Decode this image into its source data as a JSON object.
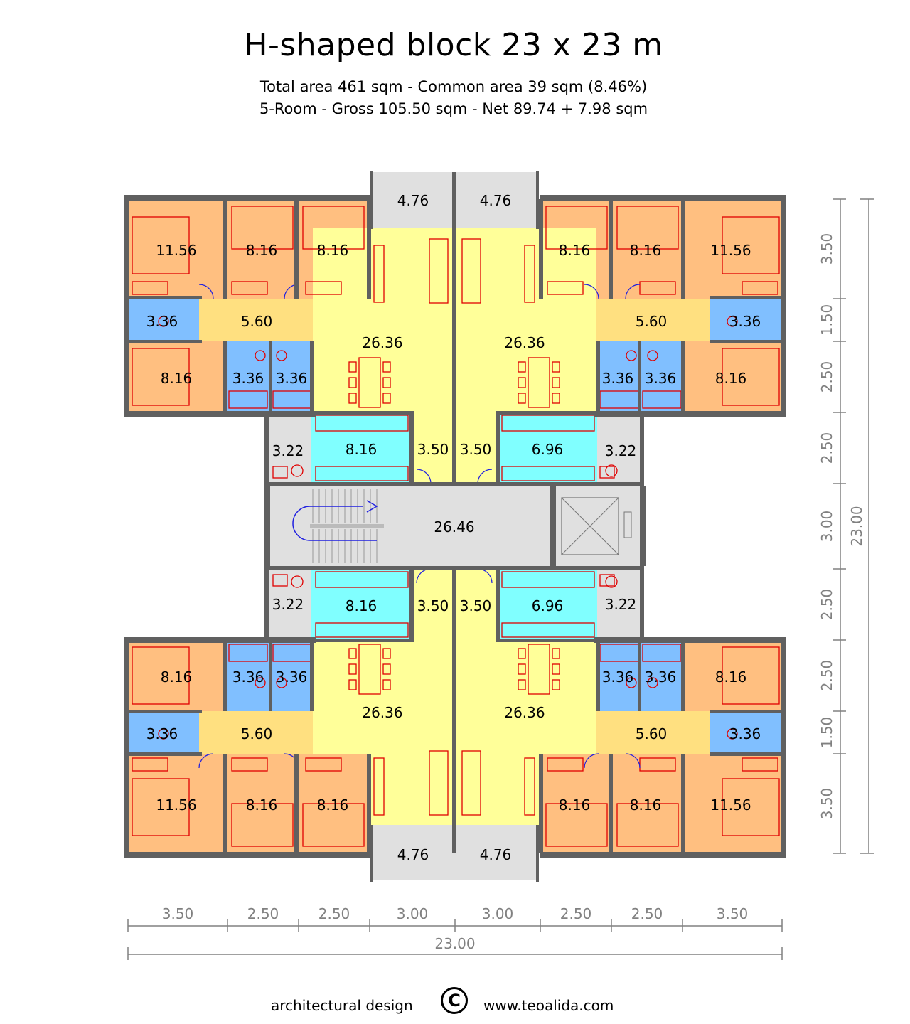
{
  "header": {
    "title": "H-shaped block 23 x 23 m",
    "line1": "Total area 461 sqm - Common area 39 sqm (8.46%)",
    "line2": "5-Room - Gross 105.50 sqm - Net 89.74 + 7.98 sqm"
  },
  "footer": {
    "left": "architectural design",
    "symbol": "C",
    "right": "www.teoalida.com"
  },
  "colors": {
    "bedroom": "#ffbf80",
    "living": "#ffff99",
    "hall": "#ffe080",
    "bath": "#80bfff",
    "kitchen": "#80ffff",
    "common": "#e0e0e0",
    "wall": "#606060",
    "furniture": "#e00000",
    "dimension": "#808080"
  },
  "plan": {
    "stair_core_area": "26.46",
    "rooms": [
      {
        "area": "4.76",
        "type": "common"
      },
      {
        "area": "4.76",
        "type": "common"
      },
      {
        "area": "11.56",
        "type": "bedroom"
      },
      {
        "area": "8.16",
        "type": "bedroom"
      },
      {
        "area": "8.16",
        "type": "bedroom"
      },
      {
        "area": "8.16",
        "type": "bedroom"
      },
      {
        "area": "8.16",
        "type": "bedroom"
      },
      {
        "area": "11.56",
        "type": "bedroom"
      },
      {
        "area": "3.36",
        "type": "bath"
      },
      {
        "area": "5.60",
        "type": "hall"
      },
      {
        "area": "26.36",
        "type": "living"
      },
      {
        "area": "26.36",
        "type": "living"
      },
      {
        "area": "5.60",
        "type": "hall"
      },
      {
        "area": "3.36",
        "type": "bath"
      },
      {
        "area": "8.16",
        "type": "bedroom"
      },
      {
        "area": "3.36",
        "type": "bath"
      },
      {
        "area": "3.36",
        "type": "bath"
      },
      {
        "area": "3.36",
        "type": "bath"
      },
      {
        "area": "3.36",
        "type": "bath"
      },
      {
        "area": "8.16",
        "type": "bedroom"
      },
      {
        "area": "3.22",
        "type": "common"
      },
      {
        "area": "8.16",
        "type": "kitchen"
      },
      {
        "area": "3.50",
        "type": "living"
      },
      {
        "area": "3.50",
        "type": "living"
      },
      {
        "area": "6.96",
        "type": "kitchen"
      },
      {
        "area": "3.22",
        "type": "common"
      },
      {
        "area": "3.22",
        "type": "common"
      },
      {
        "area": "8.16",
        "type": "kitchen"
      },
      {
        "area": "3.50",
        "type": "living"
      },
      {
        "area": "3.50",
        "type": "living"
      },
      {
        "area": "6.96",
        "type": "kitchen"
      },
      {
        "area": "3.22",
        "type": "common"
      },
      {
        "area": "8.16",
        "type": "bedroom"
      },
      {
        "area": "3.36",
        "type": "bath"
      },
      {
        "area": "3.36",
        "type": "bath"
      },
      {
        "area": "3.36",
        "type": "bath"
      },
      {
        "area": "3.36",
        "type": "bath"
      },
      {
        "area": "8.16",
        "type": "bedroom"
      },
      {
        "area": "3.36",
        "type": "bath"
      },
      {
        "area": "5.60",
        "type": "hall"
      },
      {
        "area": "26.36",
        "type": "living"
      },
      {
        "area": "26.36",
        "type": "living"
      },
      {
        "area": "5.60",
        "type": "hall"
      },
      {
        "area": "3.36",
        "type": "bath"
      },
      {
        "area": "11.56",
        "type": "bedroom"
      },
      {
        "area": "8.16",
        "type": "bedroom"
      },
      {
        "area": "8.16",
        "type": "bedroom"
      },
      {
        "area": "8.16",
        "type": "bedroom"
      },
      {
        "area": "8.16",
        "type": "bedroom"
      },
      {
        "area": "11.56",
        "type": "bedroom"
      },
      {
        "area": "4.76",
        "type": "common"
      },
      {
        "area": "4.76",
        "type": "common"
      }
    ]
  },
  "dimensions": {
    "bottom": [
      "3.50",
      "2.50",
      "2.50",
      "3.00",
      "3.00",
      "2.50",
      "2.50",
      "3.50"
    ],
    "bottom_total": "23.00",
    "right": [
      "3.50",
      "1.50",
      "2.50",
      "2.50",
      "3.00",
      "2.50",
      "2.50",
      "1.50",
      "3.50"
    ],
    "right_total": "23.00"
  }
}
